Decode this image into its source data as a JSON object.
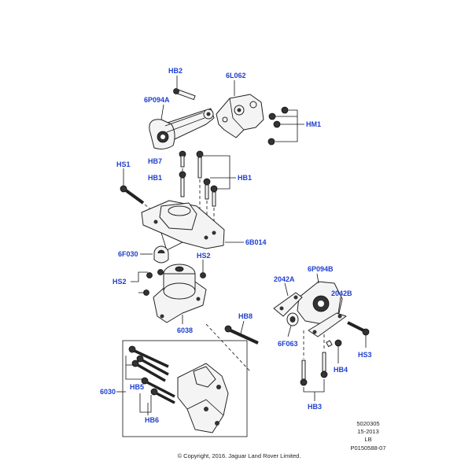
{
  "labels": {
    "hb2": "HB2",
    "l6062": "6L062",
    "p6094a": "6P094A",
    "hm1": "HM1",
    "hb7": "HB7",
    "hs1": "HS1",
    "hb1_left": "HB1",
    "hb1_right": "HB1",
    "b6014": "6B014",
    "f6030": "6F030",
    "hs2_top": "HS2",
    "hs2_left": "HS2",
    "p6094b": "6P094B",
    "a2042": "2042A",
    "b2042": "2042B",
    "f6063": "6F063",
    "hb8": "HB8",
    "hs3": "HS3",
    "hb4": "HB4",
    "n6038": "6038",
    "n6030": "6030",
    "hb5": "HB5",
    "hb6": "HB6",
    "hb3": "HB3"
  },
  "reference": {
    "code": "5020305",
    "date": "15-2013",
    "region": "LB",
    "illustration_id": "P0150588-07"
  },
  "footer": {
    "copyright": "© Copyright, 2016. Jaguar Land Rover Limited."
  }
}
